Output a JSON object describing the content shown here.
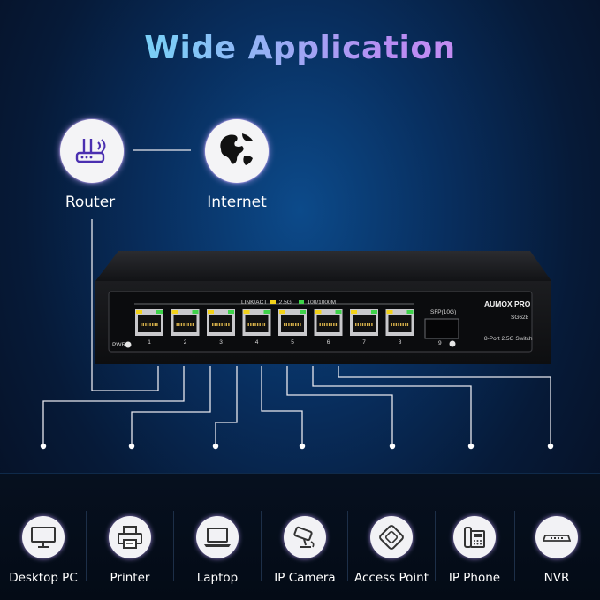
{
  "title": "Wide Application",
  "top_nodes": {
    "router": {
      "label": "Router",
      "icon": "router-icon"
    },
    "internet": {
      "label": "Internet",
      "icon": "globe-icon"
    }
  },
  "switch": {
    "brand": "AUMOX PRO",
    "model": "SG628",
    "description": "8-Port 2.5G Switch",
    "led_legend": {
      "link": "LINK/ACT",
      "fast": "2.5G",
      "slow": "100/1000M"
    },
    "power_label": "PWR",
    "sfp_label": "SFP(10G)",
    "sfp_port_number": "9",
    "port_numbers": [
      "1",
      "2",
      "3",
      "4",
      "5",
      "6",
      "7",
      "8"
    ]
  },
  "devices": [
    {
      "label": "Desktop PC",
      "icon": "monitor-icon"
    },
    {
      "label": "Printer",
      "icon": "printer-icon"
    },
    {
      "label": "Laptop",
      "icon": "laptop-icon"
    },
    {
      "label": "IP Camera",
      "icon": "camera-icon"
    },
    {
      "label": "Access Point",
      "icon": "access-point-icon"
    },
    {
      "label": "IP Phone",
      "icon": "phone-icon"
    },
    {
      "label": "NVR",
      "icon": "nvr-icon"
    }
  ],
  "colors": {
    "led_yellow": "#f2d21a",
    "led_green": "#3fd34a",
    "accent_cyan": "#62e6f2",
    "accent_purple": "#d98af0"
  }
}
